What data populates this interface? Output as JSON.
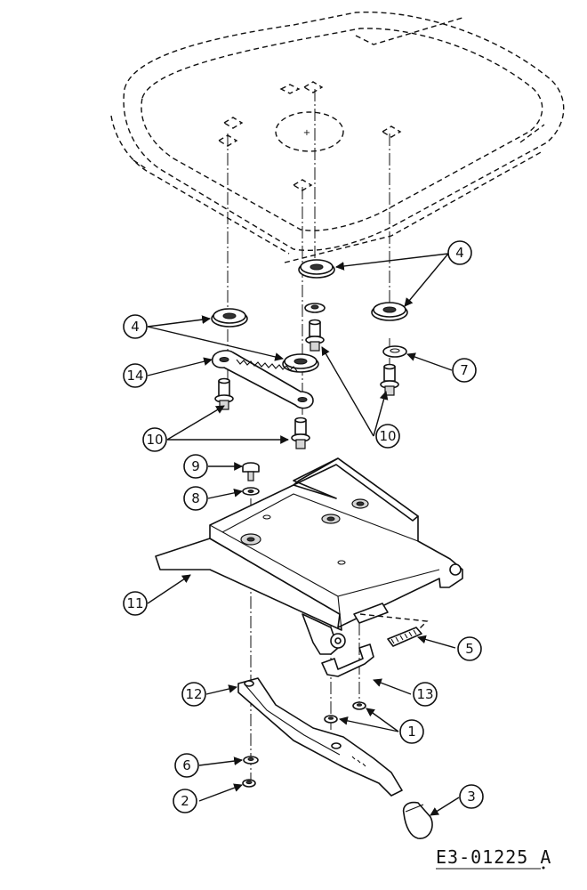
{
  "callouts": {
    "c1": "1",
    "c2": "2",
    "c3": "3",
    "c4a": "4",
    "c4b": "4",
    "c5": "5",
    "c6": "6",
    "c7": "7",
    "c8": "8",
    "c9": "9",
    "c10a": "10",
    "c10b": "10",
    "c11": "11",
    "c12": "12",
    "c13": "13",
    "c14": "14"
  },
  "drawing_number": "E3-01225 A"
}
